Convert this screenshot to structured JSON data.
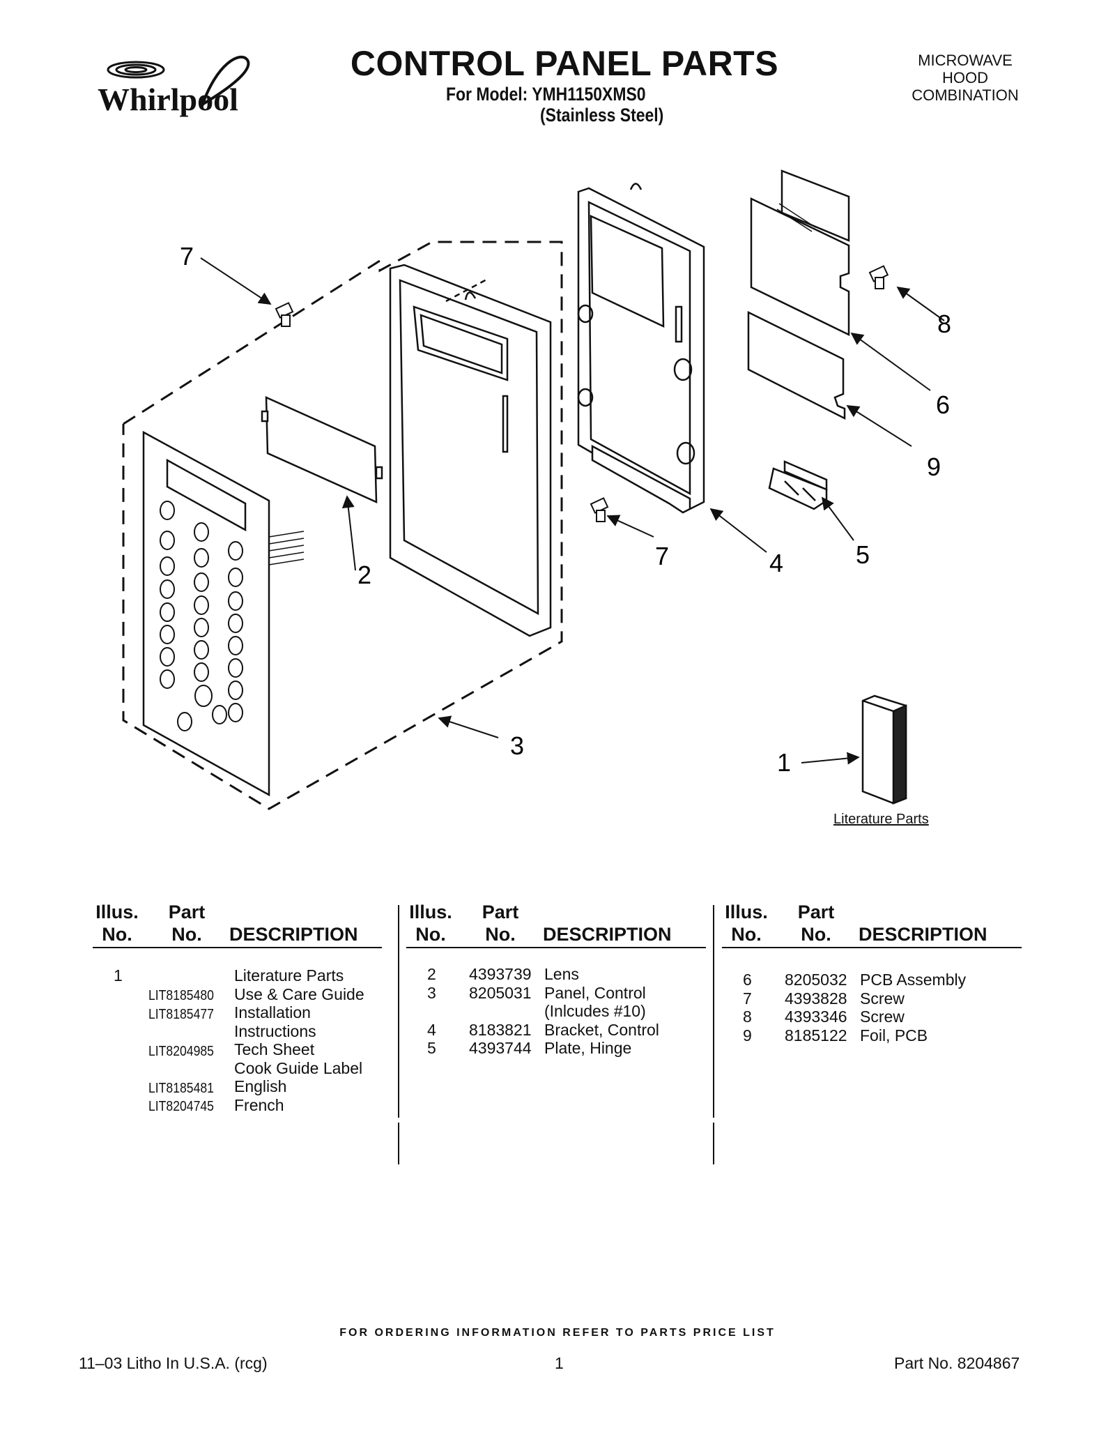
{
  "header": {
    "brand": "Whirlpool",
    "title": "CONTROL PANEL PARTS",
    "model_line": "For Model: YMH1150XMS0",
    "finish_line": "(Stainless Steel)",
    "product_type": [
      "MICROWAVE",
      "HOOD",
      "COMBINATION"
    ]
  },
  "diagram": {
    "callouts": [
      "7",
      "8",
      "6",
      "9",
      "2",
      "7",
      "4",
      "5",
      "3",
      "1"
    ],
    "literature_label": "Literature Parts"
  },
  "table": {
    "headers": {
      "illus_top": "Illus.",
      "illus_bottom": "No.",
      "part_top": "Part",
      "part_bottom": "No.",
      "description": "DESCRIPTION"
    },
    "col1": [
      {
        "illus": "1",
        "part": "",
        "desc": "Literature Parts"
      },
      {
        "illus": "",
        "part": "LIT8185480",
        "desc": "Use & Care Guide"
      },
      {
        "illus": "",
        "part": "LIT8185477",
        "desc": "Installation"
      },
      {
        "illus": "",
        "part": "",
        "desc": "Instructions"
      },
      {
        "illus": "",
        "part": "LIT8204985",
        "desc": "Tech Sheet"
      },
      {
        "illus": "",
        "part": "",
        "desc": "Cook Guide Label"
      },
      {
        "illus": "",
        "part": "LIT8185481",
        "desc": "English"
      },
      {
        "illus": "",
        "part": "LIT8204745",
        "desc": "French"
      }
    ],
    "col2": [
      {
        "illus": "2",
        "part": "4393739",
        "desc": "Lens"
      },
      {
        "illus": "3",
        "part": "8205031",
        "desc": "Panel, Control"
      },
      {
        "illus": "",
        "part": "",
        "desc": "(Inlcudes #10)"
      },
      {
        "illus": "4",
        "part": "8183821",
        "desc": "Bracket, Control"
      },
      {
        "illus": "5",
        "part": "4393744",
        "desc": "Plate, Hinge"
      }
    ],
    "col3": [
      {
        "illus": "6",
        "part": "8205032",
        "desc": "PCB Assembly"
      },
      {
        "illus": "7",
        "part": "4393828",
        "desc": "Screw"
      },
      {
        "illus": "8",
        "part": "4393346",
        "desc": "Screw"
      },
      {
        "illus": "9",
        "part": "8185122",
        "desc": "Foil, PCB"
      }
    ]
  },
  "footer": {
    "ordering": "FOR ORDERING INFORMATION REFER TO PARTS PRICE LIST",
    "litho": "11–03 Litho In U.S.A. (rcg)",
    "page": "1",
    "part_no": "Part No. 8204867"
  }
}
